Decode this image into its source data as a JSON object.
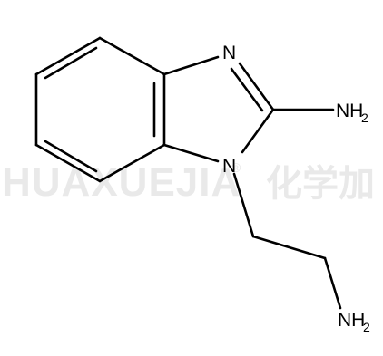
{
  "watermark": {
    "latin": "HUAXUEJIA",
    "registered": "®",
    "chinese": "化学加"
  },
  "atoms": {
    "ring_n3": "N",
    "ring_n1": "N",
    "amine_top_n": "NH",
    "amine_top_sub": "2",
    "amine_bottom_n": "NH",
    "amine_bottom_sub": "2"
  }
}
